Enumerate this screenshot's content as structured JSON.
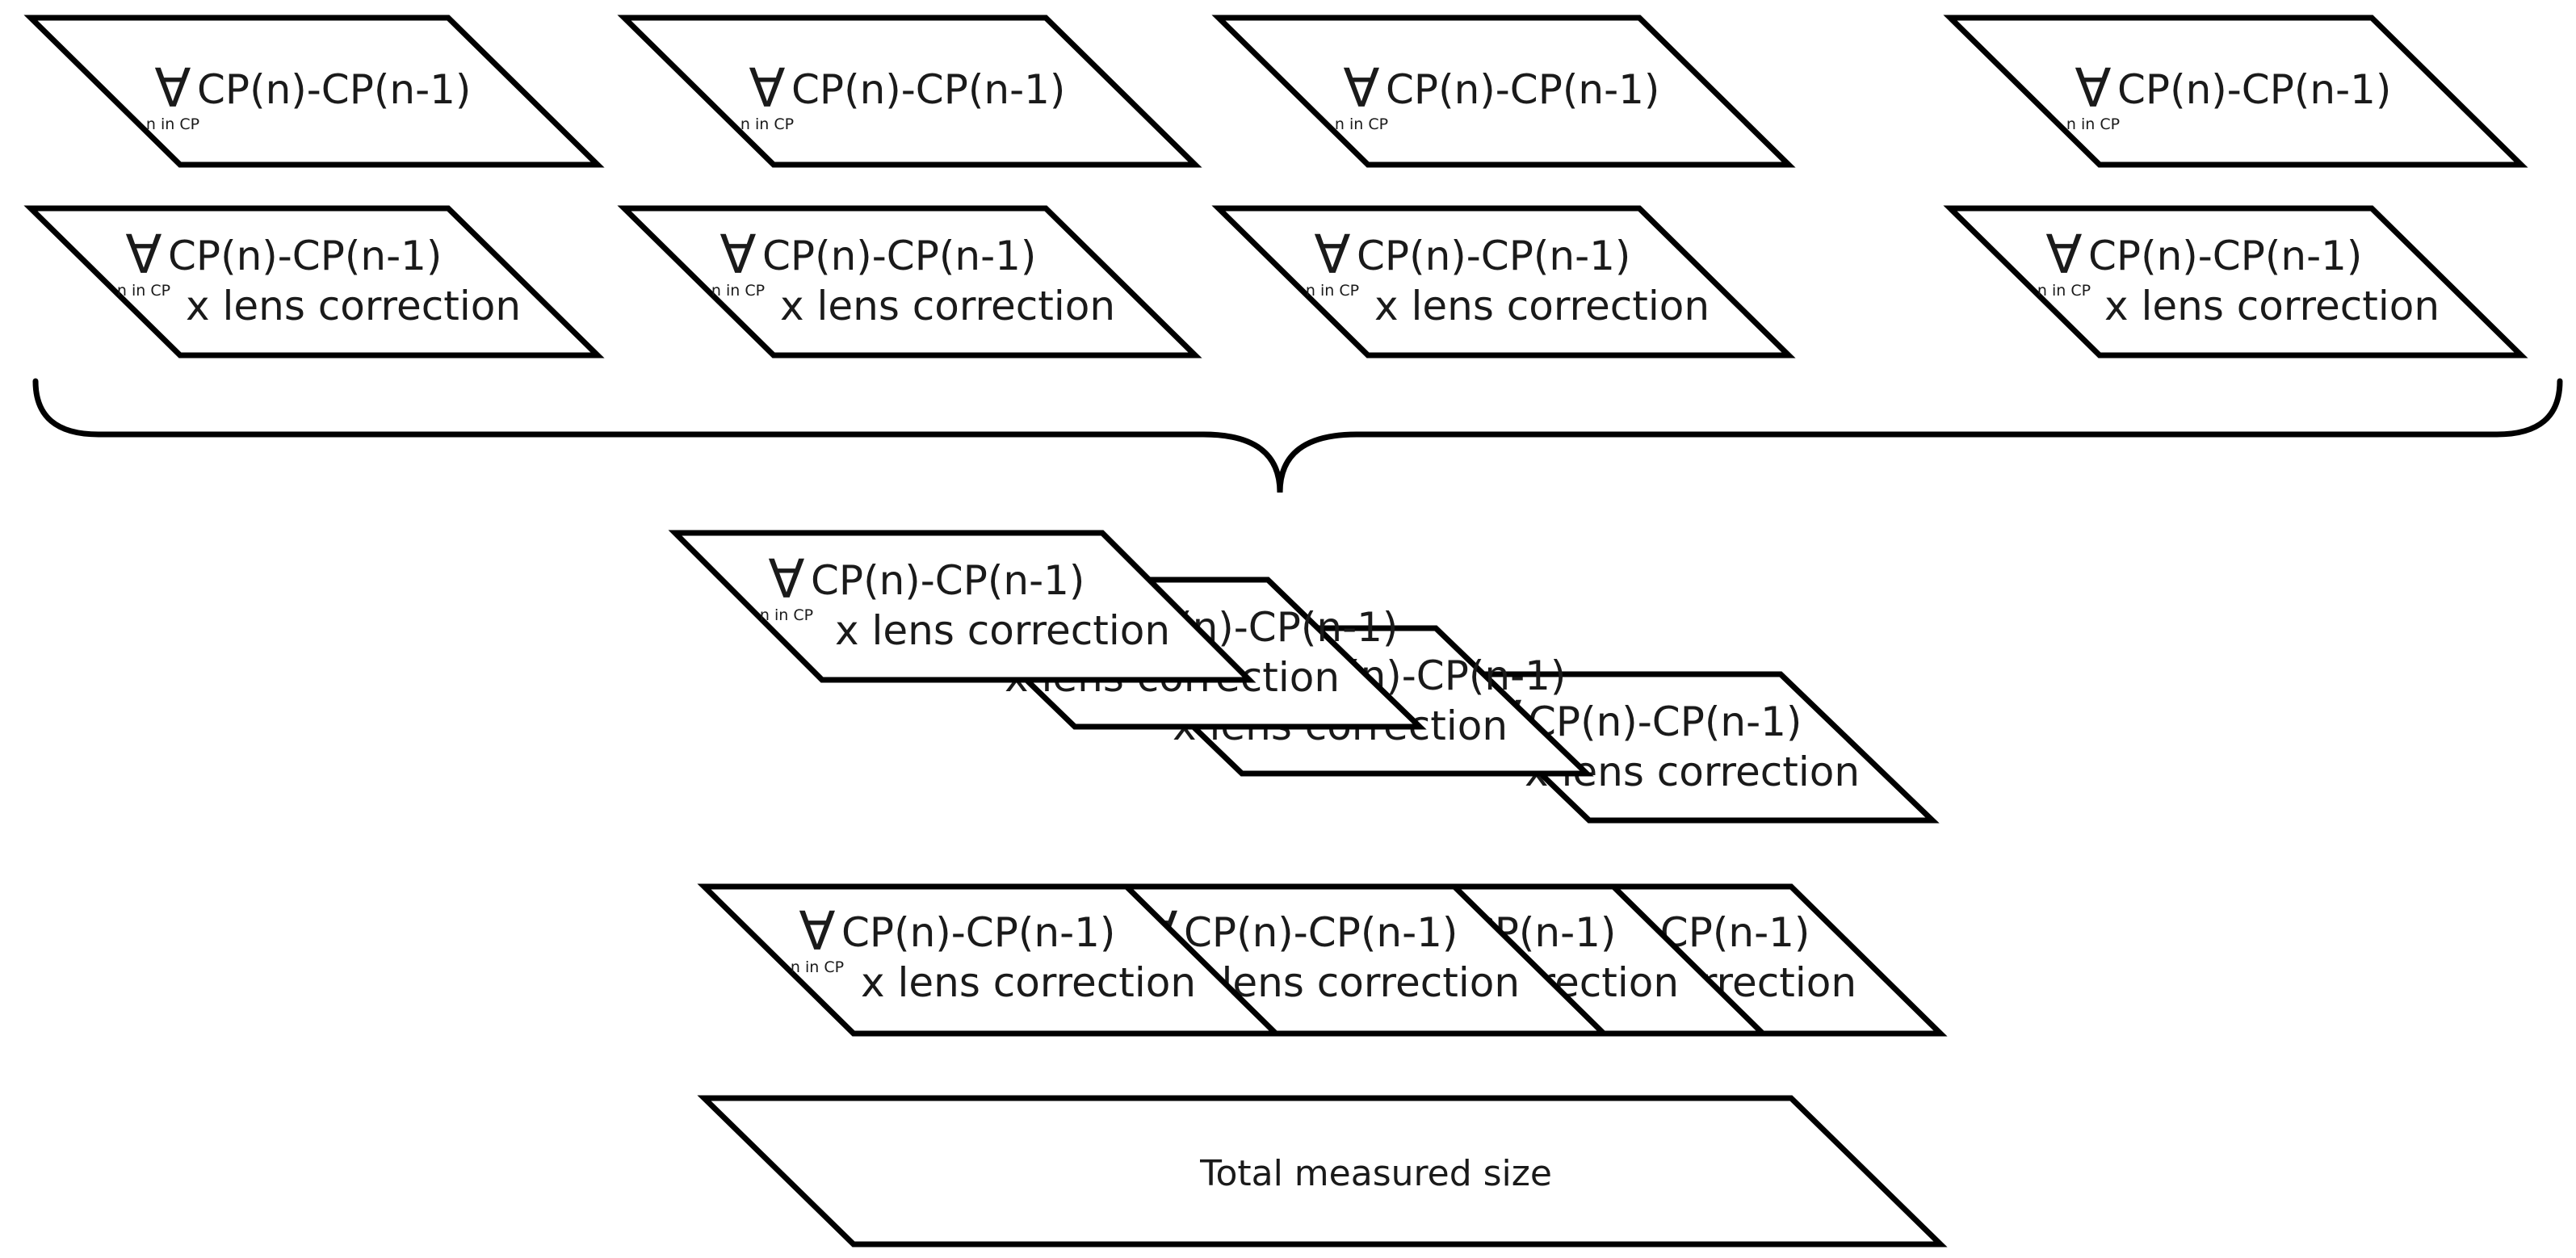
{
  "formula": {
    "quantifier": "∀",
    "quantifier_subscript": "n in CP",
    "expression": "CP(n)-CP(n-1)",
    "correction": "x lens correction"
  },
  "top_row": {
    "count": 4,
    "label": "CP(n)-CP(n-1)"
  },
  "corrected_row": {
    "count": 4,
    "label": "CP(n)-CP(n-1)",
    "correction": "x lens correction"
  },
  "stacked_group": {
    "count": 4,
    "label": "CP(n)-CP(n-1)",
    "correction": "x lens correction"
  },
  "compressed_group": {
    "count": 4,
    "label": "CP(n)-CP(n-1)",
    "correction": "x lens correction"
  },
  "total": {
    "label": "Total measured size"
  }
}
